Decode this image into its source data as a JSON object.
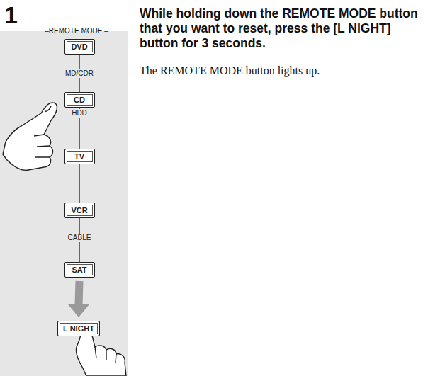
{
  "diagram": {
    "nodes": [
      {
        "text": [
          "DVD"
        ]
      },
      {
        "text": [
          "CD"
        ]
      },
      {
        "text": [
          "TV"
        ]
      },
      {
        "text": [
          "VCR"
        ]
      },
      {
        "text": [
          "SAT"
        ]
      },
      {
        "text": [
          "L NIGHT"
        ]
      }
    ],
    "edges": [
      {
        "from": 0,
        "to": 1,
        "arrow": "none",
        "label": "MD/CDR"
      },
      {
        "from": 1,
        "to": 2,
        "arrow": "none",
        "label": "HDD"
      },
      {
        "from": 2,
        "to": 3,
        "arrow": "none"
      },
      {
        "from": 3,
        "to": 4,
        "arrow": "none",
        "label": "CABLE"
      },
      {
        "from": 4,
        "to": 5,
        "arrow": "to"
      }
    ],
    "labels": [
      "1",
      "–REMOTE MODE –",
      "While holding down the REMOTE MODE button that you want to reset, press the [L NIGHT] button for 3 seconds.",
      "The REMOTE MODE button lights up."
    ]
  }
}
